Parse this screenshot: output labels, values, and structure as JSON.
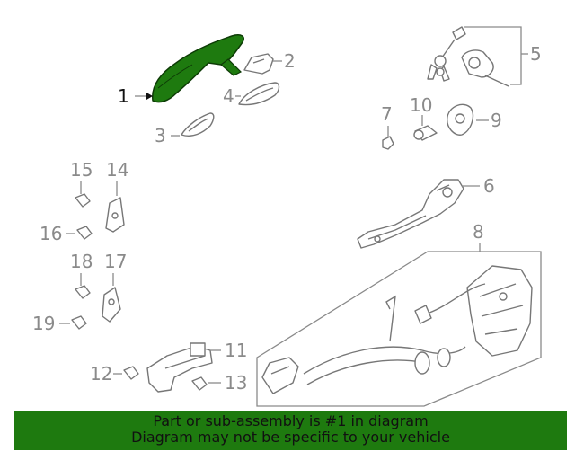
{
  "highlight_color": "#1e7a0f",
  "banner": {
    "line1": "Part or sub-assembly is #1 in diagram",
    "line2": "Diagram may not be specific to your vehicle"
  },
  "callouts": {
    "c1": "1",
    "c2": "2",
    "c3": "3",
    "c4": "4",
    "c5": "5",
    "c6": "6",
    "c7": "7",
    "c8": "8",
    "c9": "9",
    "c10": "10",
    "c11": "11",
    "c12": "12",
    "c13": "13",
    "c14": "14",
    "c15": "15",
    "c16": "16",
    "c17": "17",
    "c18": "18",
    "c19": "19"
  }
}
